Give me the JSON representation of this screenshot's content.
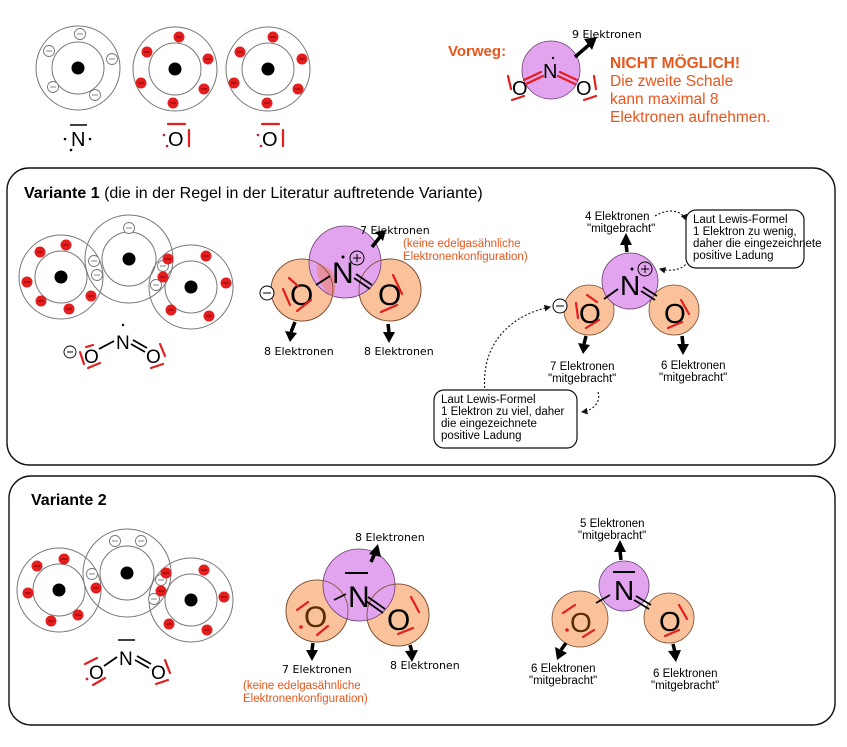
{
  "top": {
    "atoms": [
      {
        "symbol": "N",
        "electron_style": "open",
        "valence_electrons": 5
      },
      {
        "symbol": "O",
        "electron_style": "red",
        "valence_electrons": 6
      },
      {
        "symbol": "O",
        "electron_style": "red",
        "valence_electrons": 6
      }
    ],
    "vorweg": {
      "label": "Vorweg:",
      "electron_label": "9 Elektronen",
      "atom_N": "N",
      "atom_O": "O",
      "warning_title": "NICHT MÖGLICH!",
      "warning_lines": [
        "Die zweite Schale",
        "kann maximal 8",
        "Elektronen aufnehmen."
      ]
    }
  },
  "variante1": {
    "title_bold": "Variante 1",
    "title_rest": "(die in der Regel in der Literatur auftretende Variante)",
    "lewis": {
      "N": "N",
      "O": "O"
    },
    "overlap": {
      "top_label": "7 Elektronen",
      "note_lines": [
        "(keine edelgasähnliche",
        "Elektronenkonfiguration)"
      ],
      "left_label": "8 Elektronen",
      "right_label": "8 Elektronen",
      "N": "N",
      "O": "O"
    },
    "contribution": {
      "top_label": [
        "4 Elektronen",
        "\"mitgebracht\""
      ],
      "left_label": [
        "7 Elektronen",
        "\"mitgebracht\""
      ],
      "right_label": [
        "6 Elektronen",
        "\"mitgebracht\""
      ],
      "note_top": [
        "Laut Lewis-Formel",
        "1 Elektron zu wenig,",
        "daher die eingezeichnete",
        "positive Ladung"
      ],
      "note_bottom": [
        "Laut Lewis-Formel",
        "1 Elektron zu viel, daher",
        "die eingezeichnete",
        "positive Ladung"
      ],
      "N": "N",
      "O": "O"
    }
  },
  "variante2": {
    "title_bold": "Variante 2",
    "lewis": {
      "N": "N",
      "O": "O"
    },
    "overlap": {
      "top_label": "8 Elektronen",
      "left_label": "7 Elektronen",
      "note_lines": [
        "(keine edelgasähnliche",
        "Elektronenkonfiguration)"
      ],
      "right_label": "8 Elektronen",
      "N": "N",
      "O": "O"
    },
    "contribution": {
      "top_label": [
        "5 Elektronen",
        "\"mitgebracht\""
      ],
      "left_label": [
        "6 Elektronen",
        "\"mitgebracht\""
      ],
      "right_label": [
        "6 Elektronen",
        "\"mitgebracht\""
      ],
      "N": "N",
      "O": "O"
    }
  },
  "colors": {
    "accent_orange": "#e8561c",
    "lone_pair_red": "#e41e1e",
    "oxygen_fill": "#f9c29a",
    "nitrogen_fill": "#e2a4ee"
  }
}
